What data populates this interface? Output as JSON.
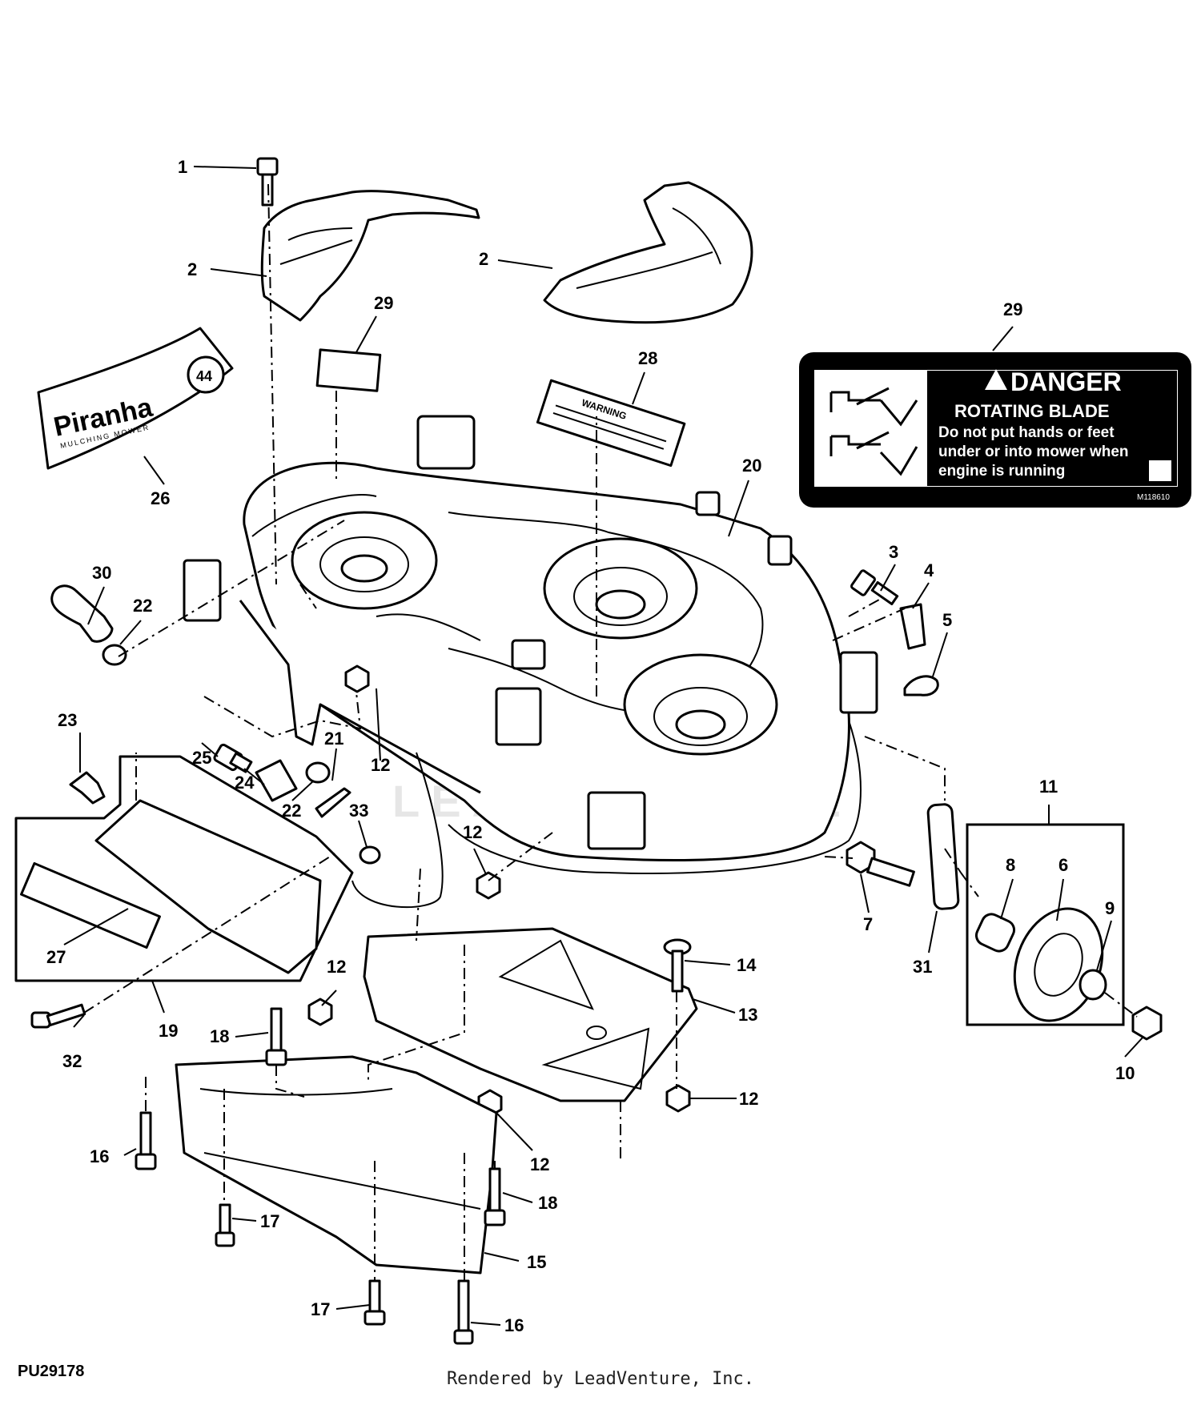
{
  "figure_id": "PU29178",
  "footer": "Rendered by LeadVenture, Inc.",
  "watermark": "LEADVENTURE",
  "callouts": [
    "1",
    "2",
    "2",
    "29",
    "29",
    "28",
    "20",
    "26",
    "30",
    "22",
    "3",
    "4",
    "5",
    "23",
    "25",
    "24",
    "12",
    "21",
    "22",
    "33",
    "11",
    "8",
    "6",
    "9",
    "12",
    "7",
    "31",
    "27",
    "12",
    "14",
    "13",
    "19",
    "18",
    "32",
    "12",
    "16",
    "12",
    "18",
    "17",
    "15",
    "17",
    "16",
    "10"
  ],
  "piranha_decal": {
    "brand": "Piranha",
    "subtitle": "MULCHING MOWER",
    "badge": "44"
  },
  "warning_decal": {
    "heading": "WARNING"
  },
  "danger_decal": {
    "heading": "DANGER",
    "title": "ROTATING BLADE",
    "line1": "Do not put hands or feet",
    "line2": "under or into mower when",
    "line3": "engine is running",
    "code": "M118610"
  }
}
